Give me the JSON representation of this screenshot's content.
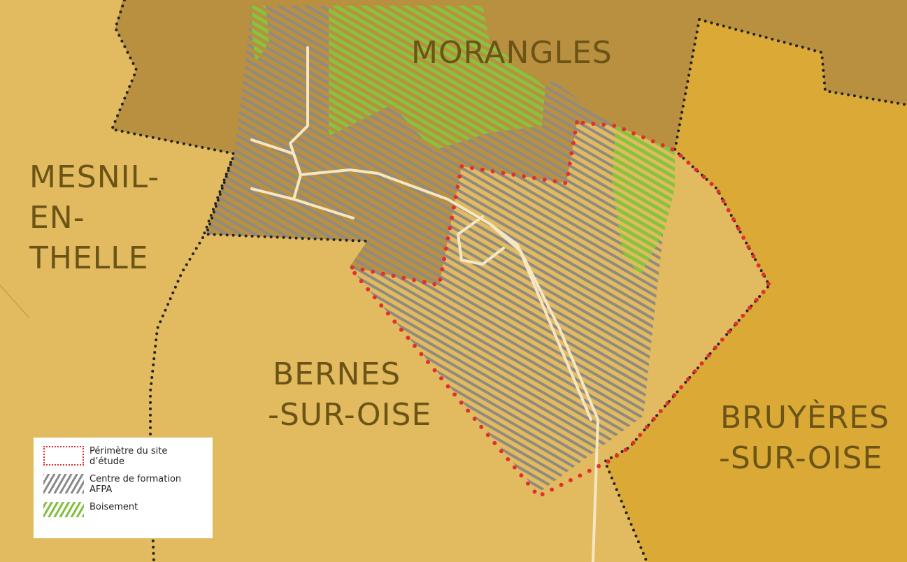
{
  "map": {
    "communes": {
      "morangles": "MORANGLES",
      "mesnil": [
        "MESNIL-",
        "EN-",
        "THELLE"
      ],
      "bernes": [
        "BERNES",
        "-SUR-OISE"
      ],
      "bruyeres": [
        "BRUYÈRES",
        "-SUR-OISE"
      ]
    },
    "colors": {
      "base": "#e2bb60",
      "morangles": "#b99040",
      "bruyeres": "#dba936",
      "afpa_hatch": "#8a8a8a",
      "woodland_hatch": "#7fbf3a",
      "perimeter": "#e03030",
      "boundary": "#222222",
      "road": "#f5e6c4",
      "label": "#6b5416"
    }
  },
  "legend": {
    "items": [
      {
        "icon": "dotted-red-rectangle-icon",
        "label": "Périmètre du site d’étude"
      },
      {
        "icon": "grey-hatch-icon",
        "label": "Centre de formation AFPA"
      },
      {
        "icon": "green-hatch-icon",
        "label": "Boisement"
      }
    ]
  }
}
